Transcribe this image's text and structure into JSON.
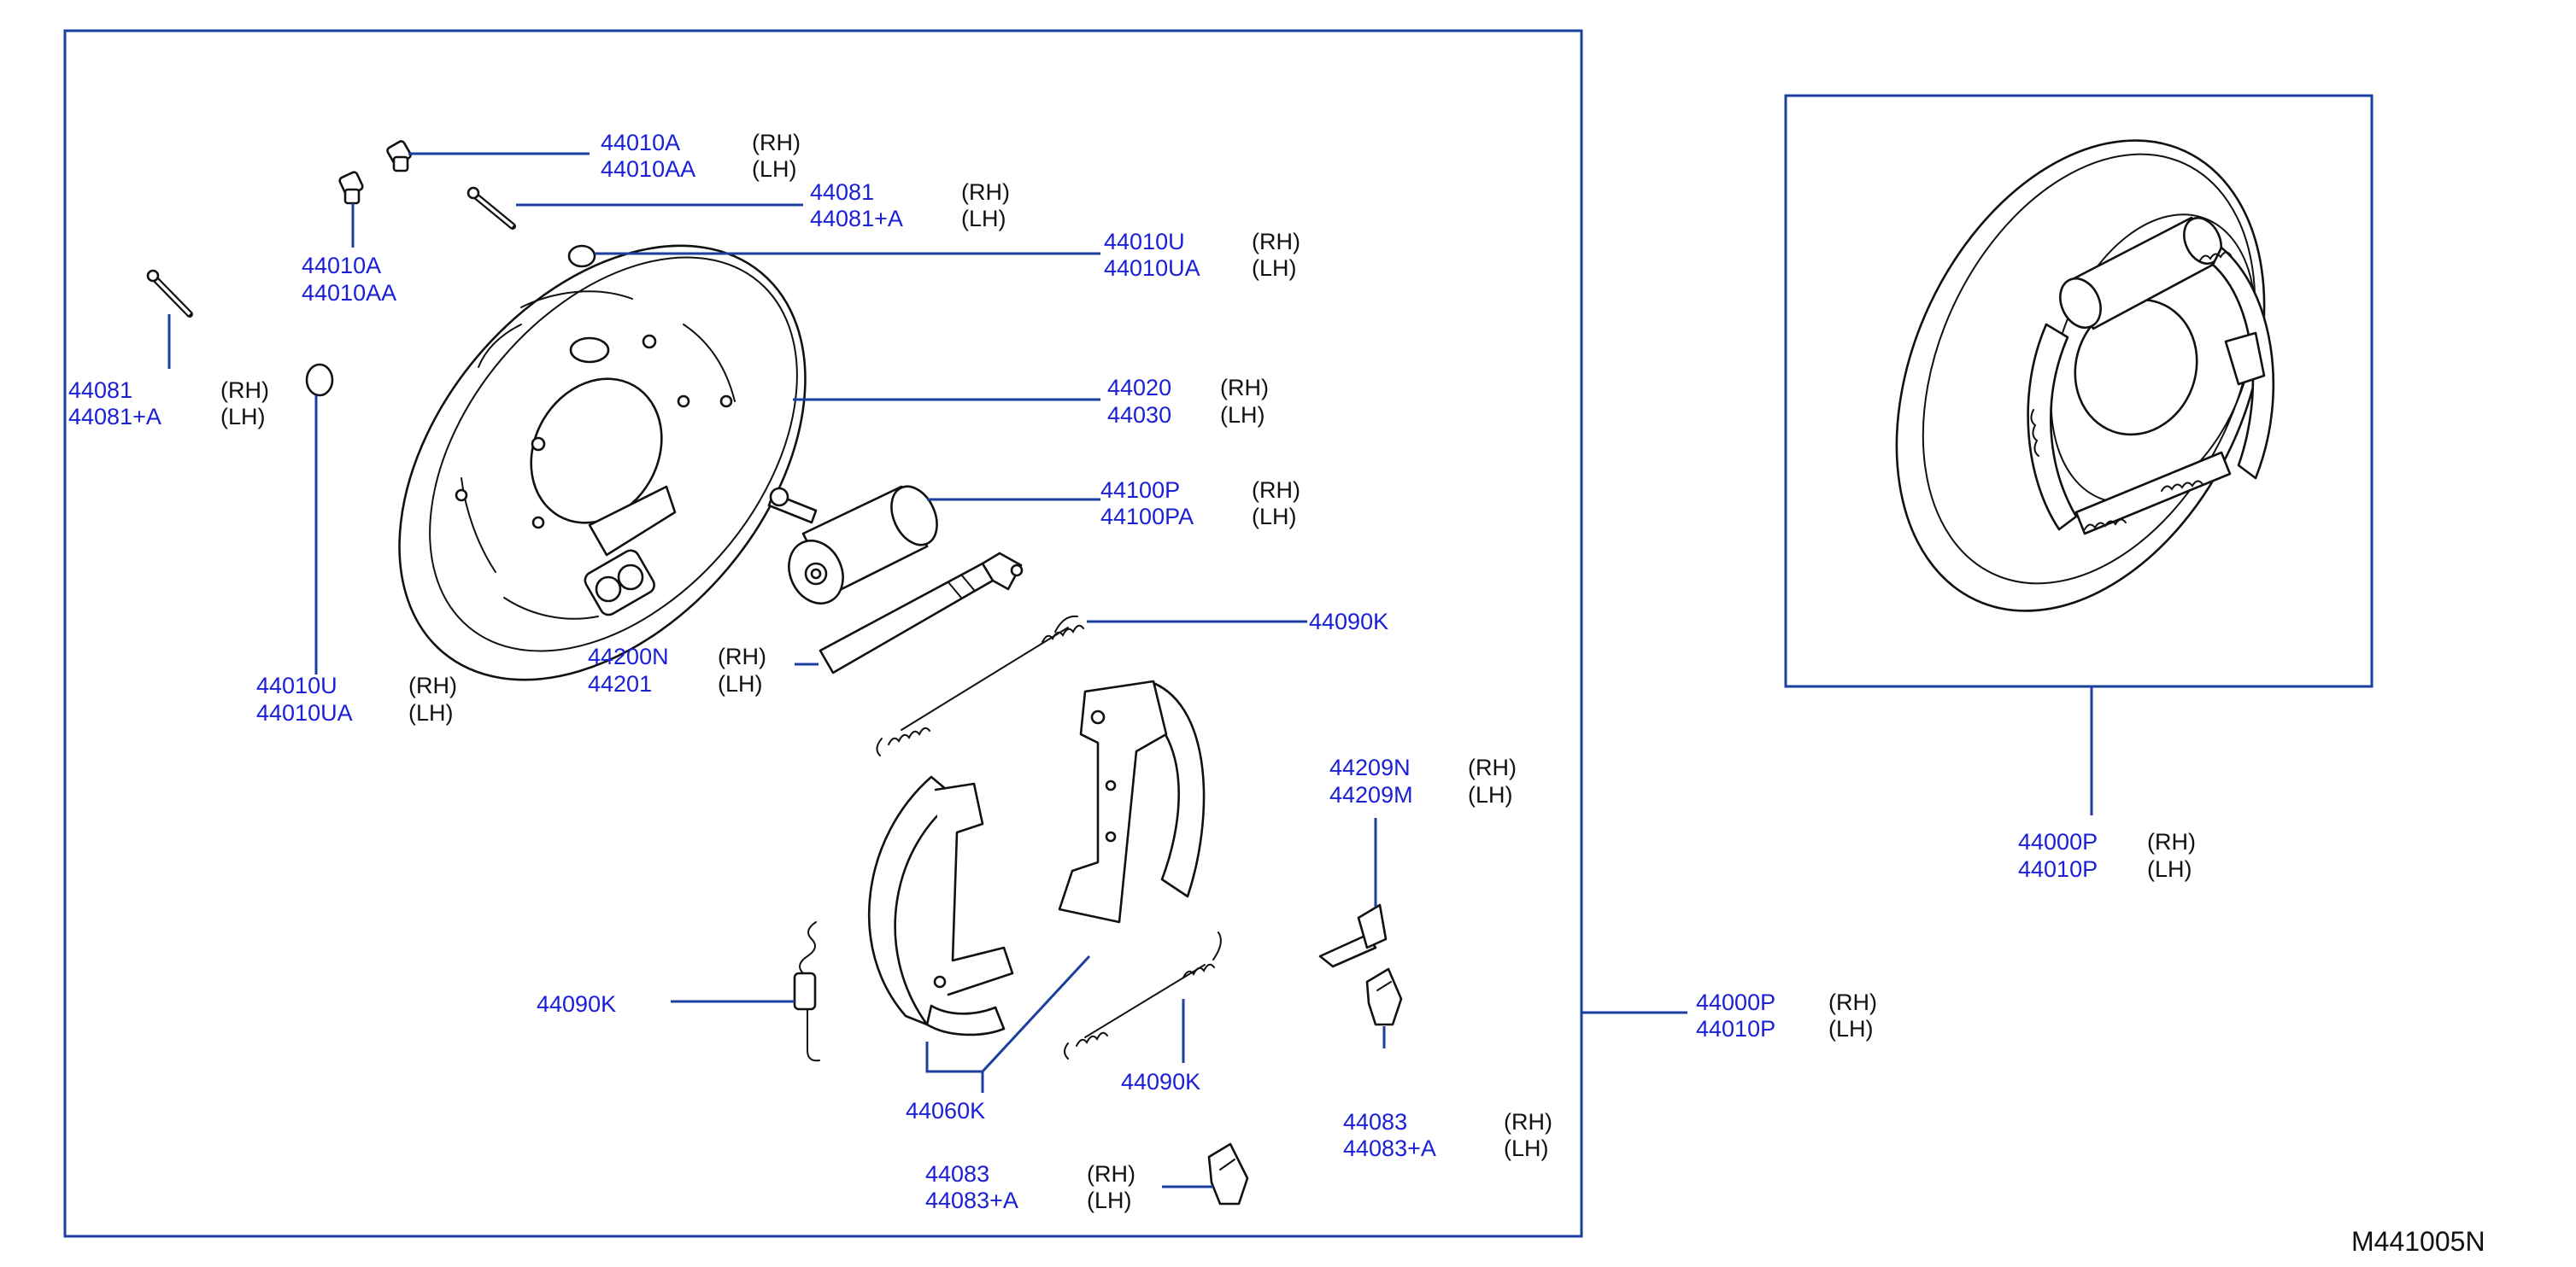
{
  "diagram_code": "M441005N",
  "labels": {
    "bleeder_screw": {
      "part_rh": "44010A",
      "part_lh": "44010AA",
      "side_rh": "(RH)",
      "side_lh": "(LH)"
    },
    "bleeder_screw_2": {
      "part_rh": "44010A",
      "part_lh": "44010AA"
    },
    "pin_top": {
      "part_rh": "44081",
      "part_lh": "44081+A",
      "side_rh": "(RH)",
      "side_lh": "(LH)"
    },
    "pin_left": {
      "part_rh": "44081",
      "part_lh": "44081+A",
      "side_rh": "(RH)",
      "side_lh": "(LH)"
    },
    "plug_top": {
      "part_rh": "44010U",
      "part_lh": "44010UA",
      "side_rh": "(RH)",
      "side_lh": "(LH)"
    },
    "plug_left": {
      "part_rh": "44010U",
      "part_lh": "44010UA",
      "side_rh": "(RH)",
      "side_lh": "(LH)"
    },
    "back_plate": {
      "part_rh": "44020",
      "part_lh": "44030",
      "side_rh": "(RH)",
      "side_lh": "(LH)"
    },
    "wheel_cylinder": {
      "part_rh": "44100P",
      "part_lh": "44100PA",
      "side_rh": "(RH)",
      "side_lh": "(LH)"
    },
    "adjuster": {
      "part_rh": "44200N",
      "part_lh": "44201",
      "side_rh": "(RH)",
      "side_lh": "(LH)"
    },
    "spring_upper": {
      "part": "44090K"
    },
    "spring_left": {
      "part": "44090K"
    },
    "spring_lower": {
      "part": "44090K"
    },
    "shoe_set": {
      "part": "44060K"
    },
    "lever": {
      "part_rh": "44209N",
      "part_lh": "44209M",
      "side_rh": "(RH)",
      "side_lh": "(LH)"
    },
    "retainer_right": {
      "part_rh": "44083",
      "part_lh": "44083+A",
      "side_rh": "(RH)",
      "side_lh": "(LH)"
    },
    "retainer_bottom": {
      "part_rh": "44083",
      "part_lh": "44083+A",
      "side_rh": "(RH)",
      "side_lh": "(LH)"
    },
    "assembly_main": {
      "part_rh": "44000P",
      "part_lh": "44010P",
      "side_rh": "(RH)",
      "side_lh": "(LH)"
    },
    "assembly_inset": {
      "part_rh": "44000P",
      "part_lh": "44010P",
      "side_rh": "(RH)",
      "side_lh": "(LH)"
    }
  },
  "colors": {
    "part_number": "#1a20d6",
    "leader": "#1a3f9e",
    "text": "#111111"
  }
}
